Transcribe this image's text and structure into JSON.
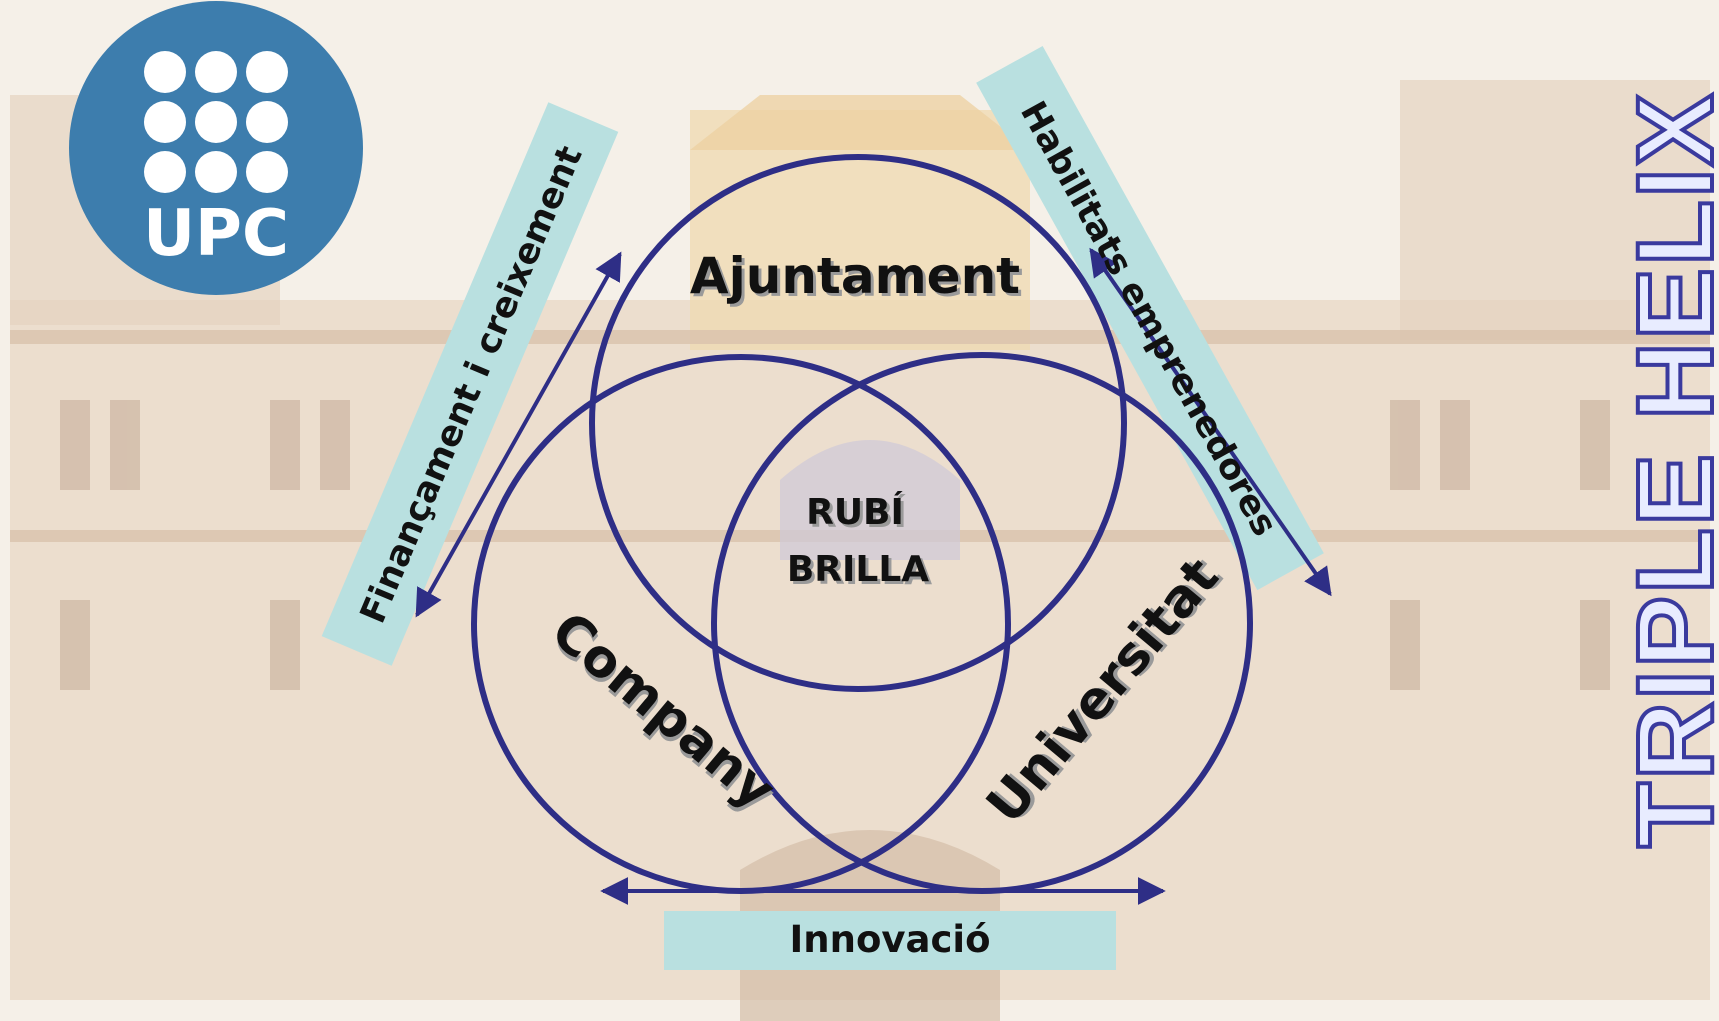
{
  "logo": {
    "text": "UPC",
    "color": "#3d7dad"
  },
  "side_title": {
    "text": "TRIPLE HELIX",
    "color": "#3a3a9e"
  },
  "circles": {
    "top": "Ajuntament",
    "left": "Company",
    "right": "Universitat",
    "center_line1": "RUBÍ",
    "center_line2": "BRILLA"
  },
  "links": {
    "left": "Finançament i creixement",
    "right": "Habilitats emprenedores",
    "bottom": "Innovació"
  },
  "colors": {
    "circle": "#2e2e86",
    "arrow": "#2e2e86",
    "band": "#b9e0e0",
    "background": "#f4eee6"
  }
}
